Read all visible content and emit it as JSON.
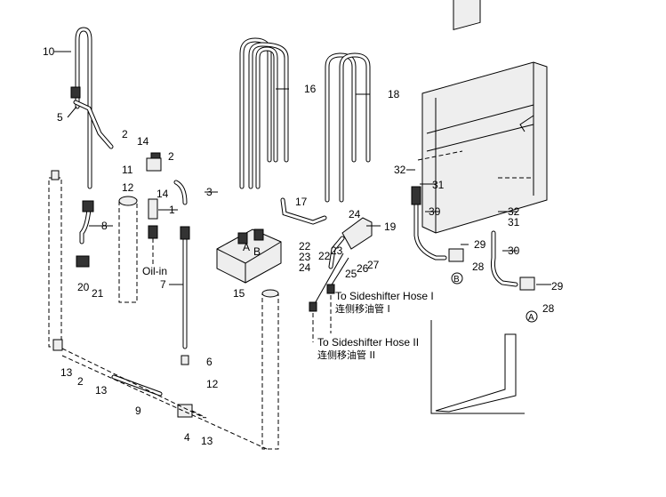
{
  "callouts": {
    "c10": "10",
    "c5": "5",
    "c2a": "2",
    "c14a": "14",
    "c2b": "2",
    "c11": "11",
    "c12a": "12",
    "c14b": "14",
    "c3": "3",
    "c1": "1",
    "c8": "8",
    "c20": "20",
    "c21": "21",
    "c7": "7",
    "c6": "6",
    "c12b": "12",
    "c13a": "13",
    "c2c": "2",
    "c13b": "13",
    "c9": "9",
    "c4": "4",
    "c13c": "13",
    "c16": "16",
    "c17": "17",
    "c15": "15",
    "c22a": "22",
    "c23a": "23",
    "c24a": "24",
    "c22b": "22",
    "c23b": "23",
    "c24b": "24",
    "c19": "19",
    "c25": "25",
    "c26": "26",
    "c27": "27",
    "c18": "18",
    "c32a": "32",
    "c31a": "31",
    "c30a": "30",
    "c32b": "32",
    "c31b": "31",
    "c30b": "30",
    "c29a": "29",
    "c28a": "28",
    "c29b": "29",
    "c28b": "28"
  },
  "markers": {
    "ref_b": "B",
    "ref_a": "A",
    "valve_a": "A",
    "valve_b": "B"
  },
  "notes": {
    "oil_in": "Oil-in",
    "hose1_en": "To Sideshifter Hose I",
    "hose1_cn": "连侧移油管 I",
    "hose2_en": "To Sideshifter Hose II",
    "hose2_cn": "连侧移油管 II"
  }
}
